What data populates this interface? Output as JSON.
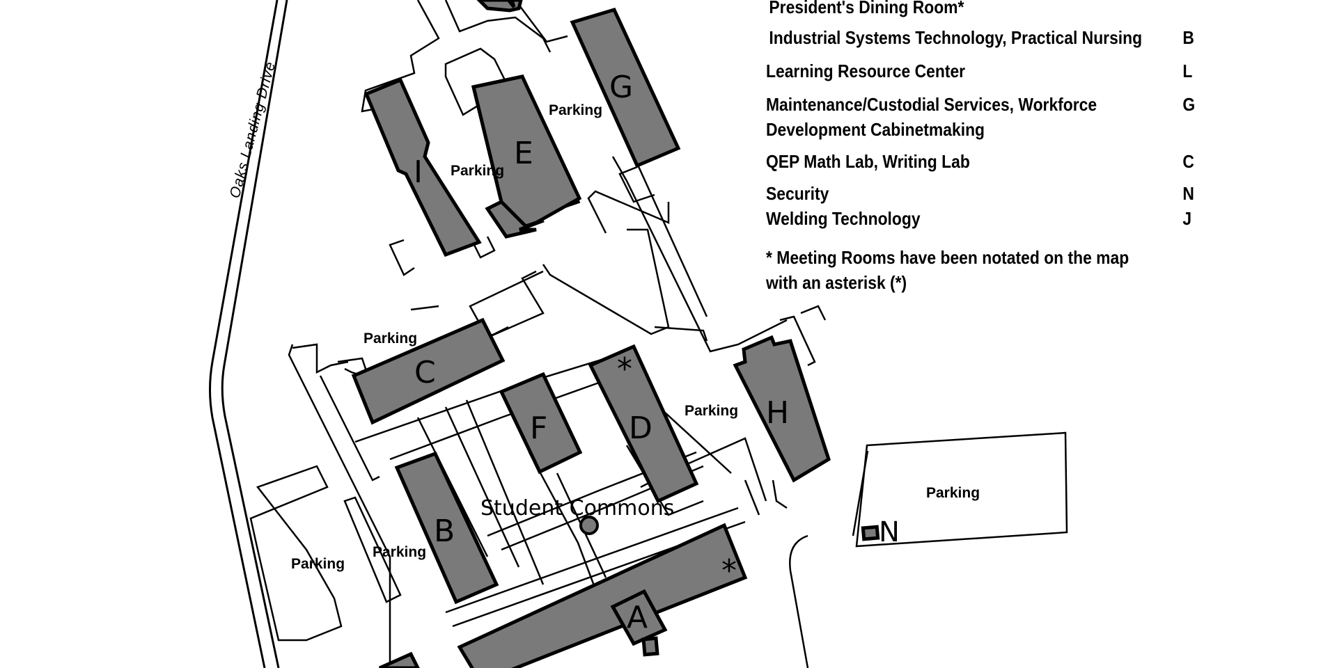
{
  "legend": {
    "entries": [
      {
        "name": "President's Dining Room*",
        "code": ""
      },
      {
        "name": "Industrial Systems Technology, Practical Nursing",
        "code": "B"
      },
      {
        "name": "Learning Resource Center",
        "code": "L"
      },
      {
        "name": "Maintenance/Custodial Services, Workforce Development Cabinetmaking",
        "code": "G"
      },
      {
        "name": "QEP Math Lab, Writing Lab",
        "code": "C"
      },
      {
        "name": "Security",
        "code": "N"
      },
      {
        "name": "Welding Technology",
        "code": "J"
      }
    ],
    "note": "* Meeting Rooms have been notated on the map with an asterisk (*)"
  },
  "map": {
    "road_name": "Oaks Landing Drive",
    "commons_label": "Student Commons",
    "parking_label": "Parking",
    "asterisk": "*",
    "buildings": {
      "A": "A",
      "B": "B",
      "C": "C",
      "D": "D",
      "E": "E",
      "F": "F",
      "G": "G",
      "H": "H",
      "I": "I",
      "N": "N"
    },
    "colors": {
      "building_fill": "#7a7a7a",
      "outline": "#000000",
      "background": "#ffffff"
    }
  }
}
